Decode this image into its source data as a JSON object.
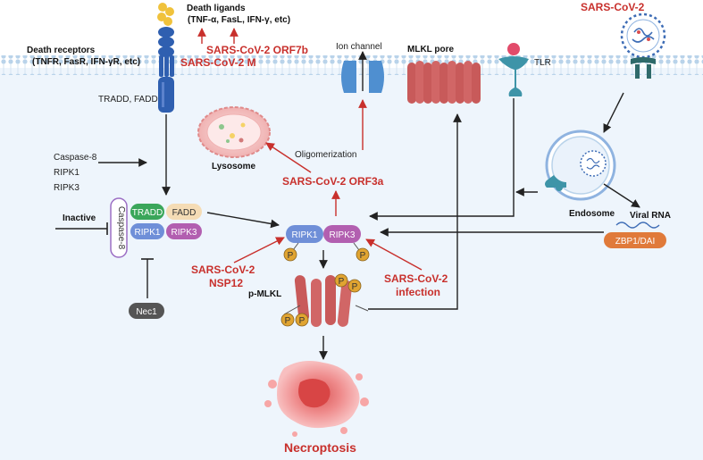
{
  "labels": {
    "death_ligands": "Death ligands",
    "death_ligands_list": "(TNF-α, FasL, IFN-γ, etc)",
    "death_receptors": "Death receptors",
    "death_receptors_list": "(TNFR, FasR,  IFN-γR, etc)",
    "orf7b": "SARS-CoV-2 ORF7b",
    "m_protein": "SARS-CoV-2 M",
    "ion_channel": "Ion channel",
    "mlkl_pore": "MLKL pore",
    "tlr": "TLR",
    "sars_cov_2": "SARS-CoV-2",
    "tradd_fadd": "TRADD, FADD",
    "lysosome": "Lysosome",
    "oligomerization": "Oligomerization",
    "orf3a": "SARS-CoV-2 ORF3a",
    "caspase8_free": "Caspase-8",
    "ripk1_free": "RIPK1",
    "ripk3_free": "RIPK3",
    "endosome": "Endosome",
    "viral_rna": "Viral RNA",
    "zbp1": "ZBP1/DAI",
    "inactive": "Inactive",
    "caspase8_vertical": "Caspase-8",
    "tradd": "TRADD",
    "fadd": "FADD",
    "ripk1": "RIPK1",
    "ripk3": "RIPK3",
    "nec1": "Nec1",
    "nsp12_line1": "SARS-CoV-2",
    "nsp12_line2": "NSP12",
    "infection_line1": "SARS-CoV-2",
    "infection_line2": "infection",
    "pmlkl": "p-MLKL",
    "phospho": "P",
    "necroptosis": "Necroptosis"
  },
  "colors": {
    "red_accent": "#c8302c",
    "receptor_blue": "#2f5fb0",
    "ligand_gold": "#f0c23c",
    "tradd_green": "#3aa65a",
    "fadd_beige": "#f5dcb5",
    "ripk1_blue": "#6f8fd8",
    "ripk3_purple": "#b25fb0",
    "mlkl_red": "#c85a5a",
    "phospho_gold": "#e0a431",
    "zbp1_orange": "#e07a3a",
    "nec1_gray": "#555555",
    "membrane": "#b9d3ea",
    "cytoplasm": "#eef5fc",
    "tlr_teal": "#3e94a8",
    "necrosis_pink": "#f08a8a"
  }
}
